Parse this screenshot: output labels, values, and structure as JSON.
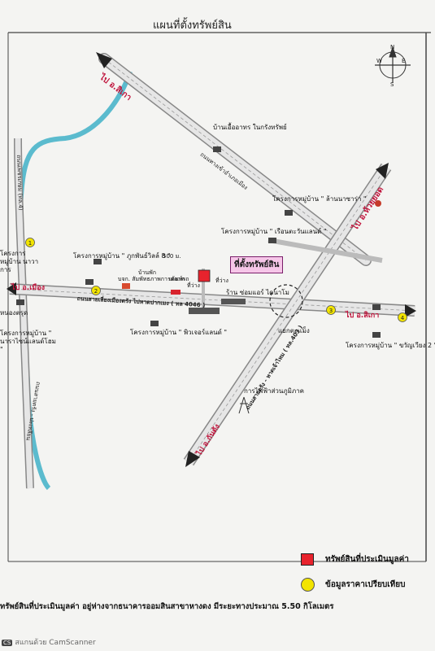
{
  "title": "แผนที่ตั้งทรัพย์สิน",
  "compass": {
    "n": "N",
    "e": "E",
    "s": "S",
    "w": "W"
  },
  "roads": {
    "to_left_top": "ไป อ.สิเกา",
    "diag_road": "ถนนทางเข้าอำเภอเมือง",
    "left_vertical": "ถนนเพชรเกษม (ทล.4)",
    "main_road": "ถนนสายเลี่ยงเมืองตรัง ไปหาดปากเมง ( ทล 4046 )",
    "to_right_top": "ไป อ.ห้วยยอด",
    "to_left_mid": "ไป อ.เมือง",
    "to_right_mid": "ไป อ.สิเกา",
    "big_diag": "ถนนสายตรัง - หาดเจ้าไหม ( ทล.403 )",
    "to_bottom_left": "ไป อ.กันตัง",
    "left_bottom_road": "ถนนสายตรัง - ปะเหลียน"
  },
  "places": {
    "p1": "บ้านเอื้ออาทร ในกรังทรัพย์",
    "p2": "โครงการหมู่บ้าน \" ล้านนาซาร่า \"",
    "p3": "โครงการหมู่บ้าน \" เรือนตะวันแลนด์ \"",
    "p4": "โครงการหมู่บ้าน \" ภูกพันธ์วิลล์ 8 \"",
    "p5": "บจก. สัมพัทธภาพการตลาด",
    "p6": "บ้านพัก",
    "p7": "เต้นท์รถ",
    "p8": "ที่ว่าง",
    "p9": "ที่ว่าง",
    "p10": "ร้าน ซ่อมแอร์ ไดนาโม",
    "p11": "โครงการหมู่บ้าน \" พิวเจอร์แลนด์ \"",
    "p12": "โครงการหมู่บ้าน \" ขวัญเวียง 2 \"",
    "p13": "แยกตะเเม็ง",
    "p14": "การไฟฟ้าส่วนภูมิภาค",
    "p15": "โครงการหมู่บ้าน นาวาการ",
    "p16": "หนองตรุด",
    "p17": "โครงการหมู่บ้าน \" นาราไซน์แลนด์โฮม \"",
    "p18": "500 ม.",
    "p19": "จุด 1",
    "p20": "จุด 2"
  },
  "target_label": "ที่ตั้งทรัพย์สิน",
  "markers": [
    "1",
    "2",
    "3",
    "4"
  ],
  "legend": {
    "red_label": "ทรัพย์สินที่ประเมินมูลค่า",
    "yellow_label": "ข้อมูลราคาเปรียบเทียบ"
  },
  "footer": "ทรัพย์สินที่ประเมินมูลค่า อยู่ห่างจากธนาคารออมสินสาขาหางดง มีระยะทางประมาณ 5.50 กิโลเมตร",
  "scanner": "สแกนด้วย CamScanner",
  "scanner_logo": "CS",
  "colors": {
    "river": "#3fb0c8",
    "road_fill": "#e6e6e6",
    "road_edge": "#888888",
    "target": "#e8232d",
    "marker": "#f2e400"
  }
}
